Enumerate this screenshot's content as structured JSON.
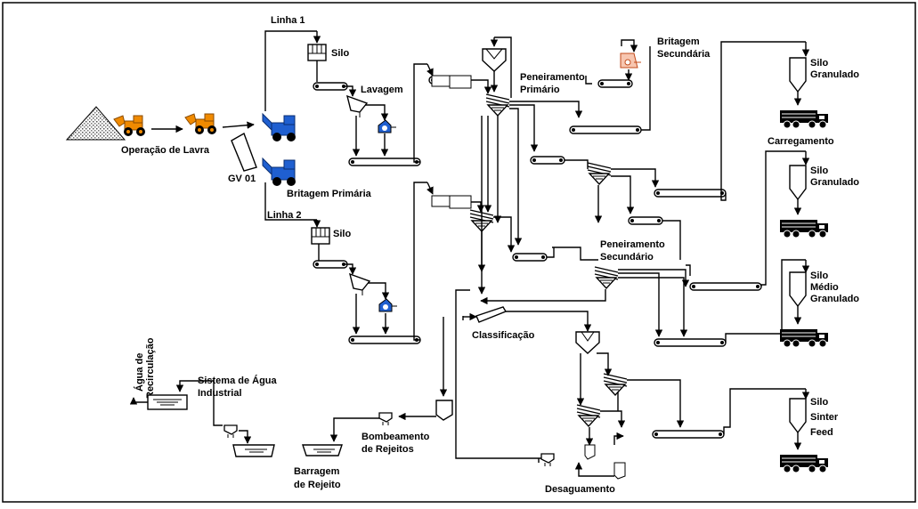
{
  "colors": {
    "loader": "#f08a00",
    "crusher": "#1f5fd0",
    "border": "#000000",
    "background": "#ffffff"
  },
  "labels": {
    "linha1": "Linha 1",
    "linha2": "Linha 2",
    "silo": "Silo",
    "lavagem": "Lavagem",
    "operacao": "Operação de Lavra",
    "gv01": "GV 01",
    "britagem_primaria": "Britagem Primária",
    "peneiramento_primario_1": "Peneiramento",
    "peneiramento_primario_2": "Primário",
    "britagem_secundaria_1": "Britagem",
    "britagem_secundaria_2": "Secundária",
    "silo_granulado_1a": "Silo",
    "silo_granulado_1b": "Granulado",
    "carregamento": "Carregamento",
    "silo_granulado_2a": "Silo",
    "silo_granulado_2b": "Granulado",
    "peneiramento_secundario_1": "Peneiramento",
    "peneiramento_secundario_2": "Secundário",
    "silo_medio_a": "Silo",
    "silo_medio_b": "Médio",
    "silo_medio_c": "Granulado",
    "classificacao": "Classificação",
    "agua_1": "Água de",
    "agua_2": "Recirculação",
    "sistema_agua_1": "Sistema de Água",
    "sistema_agua_2": "Industrial",
    "bombeamento_1": "Bombeamento",
    "bombeamento_2": "de Rejeitos",
    "barragem_1": "Barragem",
    "barragem_2": "de Rejeito",
    "sinter_a": "Silo",
    "sinter_b": "Sinter",
    "sinter_c": "Feed",
    "desaguamento": "Desaguamento"
  }
}
